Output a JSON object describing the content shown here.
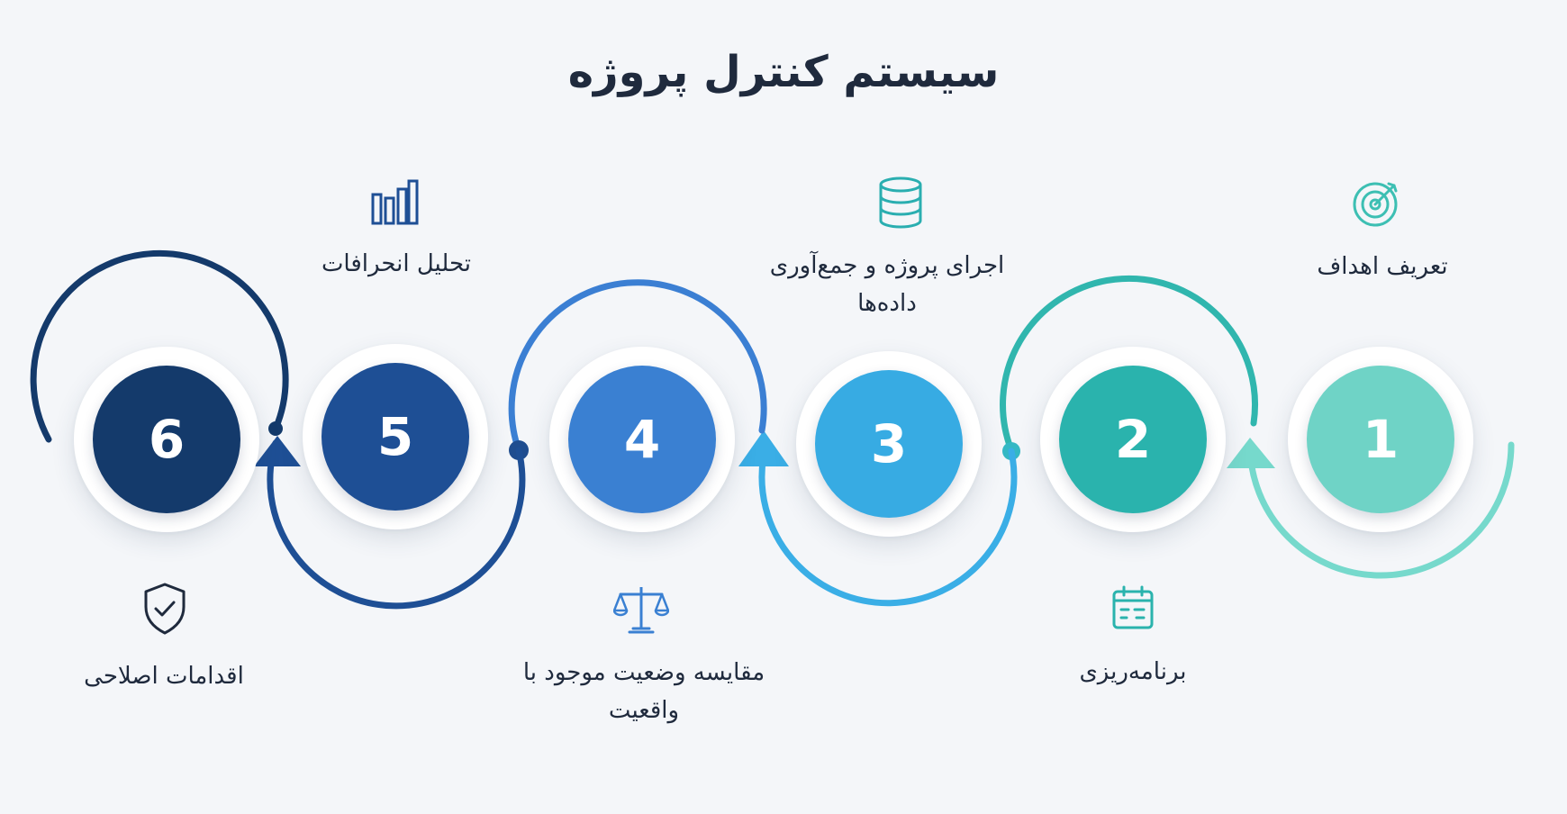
{
  "title": "سیستم کنترل پروژه",
  "steps": [
    {
      "number": "1",
      "label": "تعریف اهداف",
      "icon": "target-icon",
      "color": "#6fd3c6"
    },
    {
      "number": "2",
      "label": "برنامه‌ریزی",
      "icon": "calendar-icon",
      "color": "#2ab3ad"
    },
    {
      "number": "3",
      "label": "اجرای پروژه و جمع‌آوری داده‌ها",
      "icon": "database-icon",
      "color": "#37abe3"
    },
    {
      "number": "4",
      "label": "مقایسه وضعیت موجود با واقعیت",
      "icon": "scale-icon",
      "color": "#3a80d2"
    },
    {
      "number": "5",
      "label": "تحلیل انحرافات",
      "icon": "bar-chart-icon",
      "color": "#1e4f95"
    },
    {
      "number": "6",
      "label": "اقدامات اصلاحی",
      "icon": "shield-check-icon",
      "color": "#143a6b"
    }
  ]
}
